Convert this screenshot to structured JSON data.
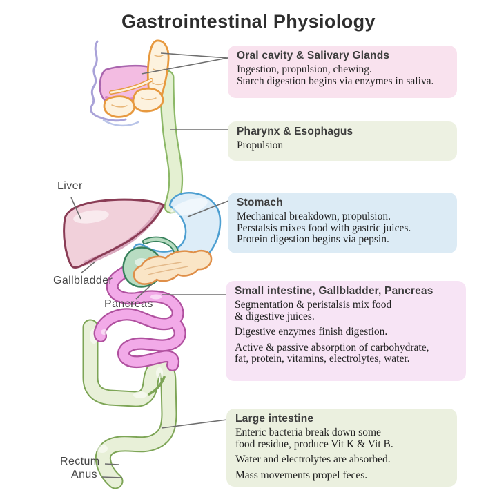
{
  "title": "Gastrointestinal Physiology",
  "organ_labels": [
    {
      "id": "liver",
      "text": "Liver"
    },
    {
      "id": "gallbladder",
      "text": "Gallbladder"
    },
    {
      "id": "pancreas",
      "text": "Pancreas"
    },
    {
      "id": "rectum",
      "text": "Rectum"
    },
    {
      "id": "anus",
      "text": "Anus"
    }
  ],
  "callouts": [
    {
      "id": "oral-cavity-salivary-glands",
      "heading": "Oral cavity & Salivary Glands",
      "paragraphs": [
        [
          "Ingestion, propulsion, chewing.",
          "Starch digestion begins via enzymes in saliva."
        ]
      ],
      "bg": "#f9e2ee"
    },
    {
      "id": "pharynx-esophagus",
      "heading": "Pharynx & Esophagus",
      "paragraphs": [
        [
          "Propulsion"
        ]
      ],
      "bg": "#edf1e2"
    },
    {
      "id": "stomach",
      "heading": "Stomach",
      "paragraphs": [
        [
          "Mechanical breakdown, propulsion.",
          "Perstalsis mixes food with gastric juices.",
          "Protein digestion begins via pepsin."
        ]
      ],
      "bg": "#dcebf5"
    },
    {
      "id": "small-intestine-gallbladder-pancreas",
      "heading": "Small intestine, Gallbladder, Pancreas",
      "paragraphs": [
        [
          "Segmentation & peristalsis mix food",
          "& digestive juices."
        ],
        [
          "Digestive enzymes finish digestion."
        ],
        [
          "Active & passive absorption of carbohydrate,",
          "fat, protein, vitamins, electrolytes, water."
        ]
      ],
      "bg": "#f7e4f5"
    },
    {
      "id": "large-intestine",
      "heading": "Large intestine",
      "paragraphs": [
        [
          "Enteric bacteria break down some",
          "food residue, produce Vit K & Vit B."
        ],
        [
          "Water and electrolytes are absorbed."
        ],
        [
          "Mass movements propel feces."
        ]
      ],
      "bg": "#ebf0df"
    }
  ],
  "colors": {
    "background": "#ffffff",
    "title_text": "#2e2e2e",
    "heading_text": "#3d3d3d",
    "body_text": "#222222",
    "label_text": "#474747",
    "leader_line": "#6e6e6e",
    "oral_cavity": "#f3bce2",
    "oral_cavity_outline": "#a965ae",
    "salivary_gland": "#fdf2de",
    "salivary_gland_outline": "#e7993f",
    "esophagus": "#e4f0d2",
    "esophagus_outline": "#8cb867",
    "stomach": "#ddedf8",
    "stomach_outline": "#4d9fd1",
    "liver": "#f1d0da",
    "liver_outline": "#8a3c55",
    "liver_shadow": "#d6a2b9",
    "gallbladder": "#b8dcc2",
    "gallbladder_outline": "#37815c",
    "pancreas": "#fae5c6",
    "pancreas_outline": "#df8f49",
    "small_intestine": "#f2aae8",
    "small_intestine_outline": "#b0519f",
    "large_intestine": "#e8f0d8",
    "large_intestine_outline": "#7da556",
    "head_profile": "#a9a2d8"
  }
}
